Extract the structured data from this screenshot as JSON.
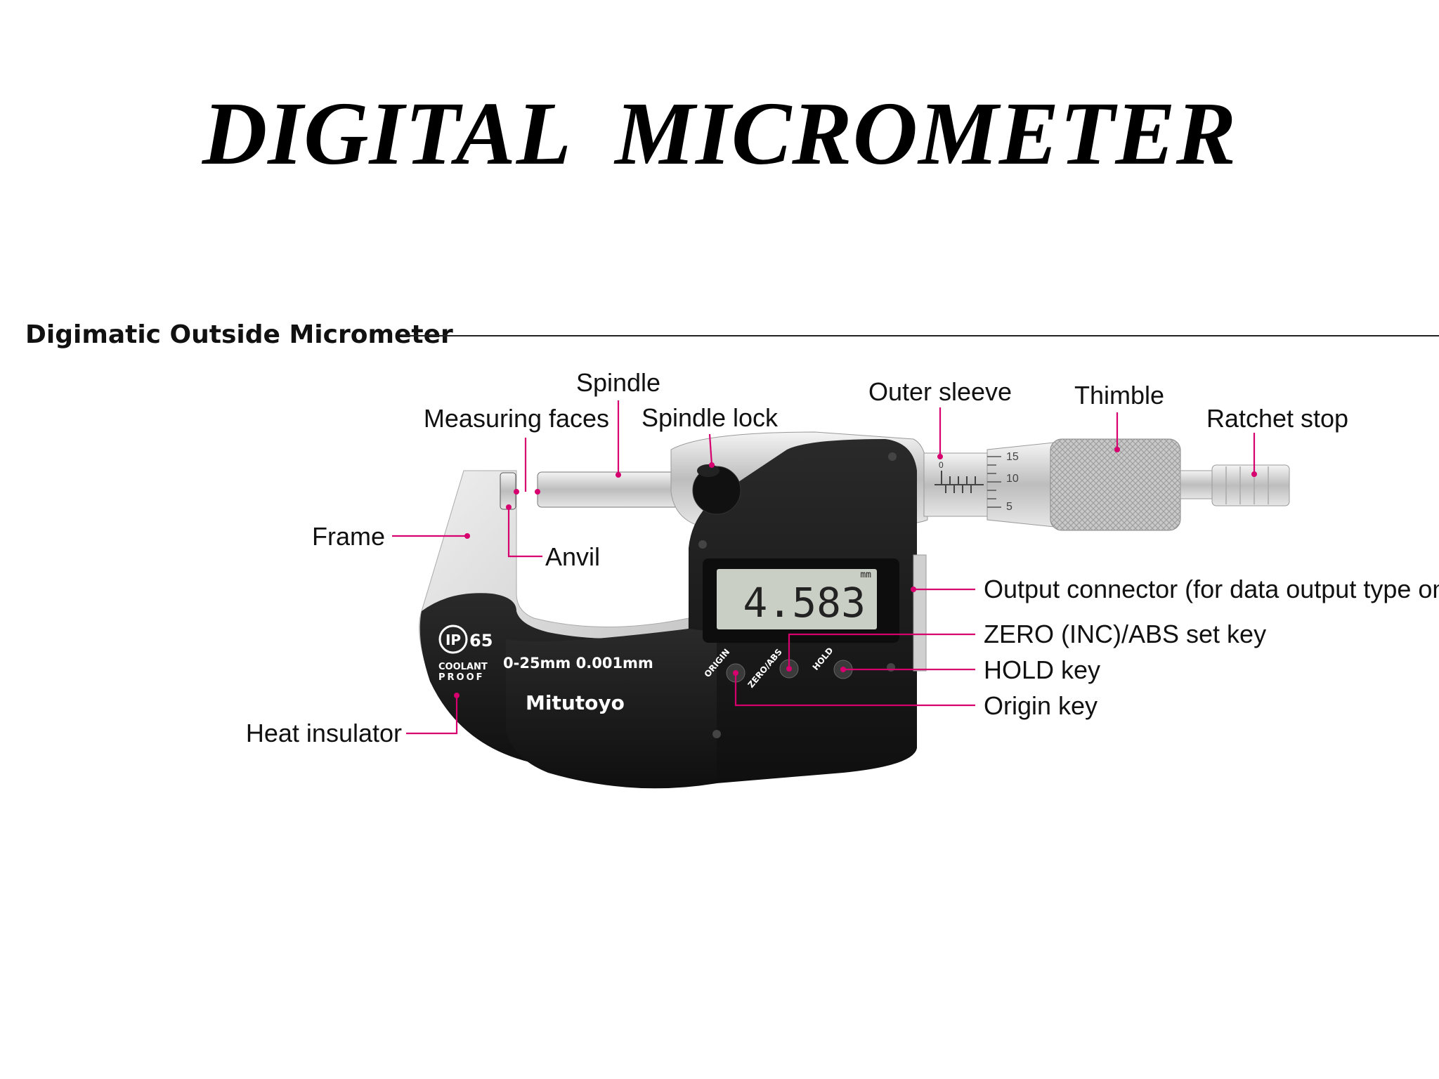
{
  "title": "DIGITAL  MICROMETER",
  "diagram": {
    "heading": "Digimatic Outside Micrometer",
    "labels": {
      "spindle": "Spindle",
      "measuring_faces": "Measuring faces",
      "spindle_lock": "Spindle lock",
      "outer_sleeve": "Outer sleeve",
      "thimble": "Thimble",
      "ratchet_stop": "Ratchet stop",
      "frame": "Frame",
      "anvil": "Anvil",
      "output_connector": "Output connector (for data output type only)",
      "zero_key": "ZERO (INC)/ABS set key",
      "hold_key": "HOLD key",
      "origin_key": "Origin key",
      "heat_insulator": "Heat insulator"
    },
    "device": {
      "display_value": "4.583",
      "display_unit": "mm",
      "brand": "Mitutoyo",
      "range": "0-25mm 0.001mm",
      "ip_rating": "IP",
      "ip_number": "65",
      "coolant": "COOLANT",
      "proof": "PROOF",
      "key_origin": "ORIGIN",
      "key_zero_abs": "ZERO/ABS",
      "key_hold": "HOLD",
      "scale_15": "15",
      "scale_10": "10",
      "scale_5": "5",
      "scale_0": "0"
    },
    "colors": {
      "leader": "#d6006e",
      "body": "#1c1c1c",
      "frame": "#d9d9d9",
      "lcd": "#c9cfc4"
    }
  }
}
